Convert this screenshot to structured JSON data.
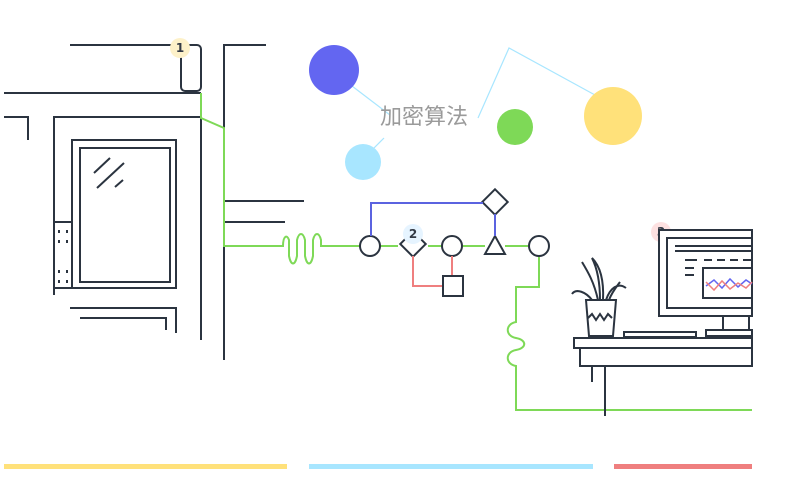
{
  "hero": {
    "title": "加密算法"
  },
  "badges": [
    {
      "label": "1"
    },
    {
      "label": "2"
    },
    {
      "label": "3"
    }
  ],
  "colors": {
    "line": "#2b3440",
    "green": "#7ed957",
    "purple": "#6366f1",
    "lightblue": "#a8e6ff",
    "yellow": "#ffe17a",
    "red": "#ef7f7f",
    "blue_edge": "#5b63e0",
    "badge_bg": "#fdf1c9",
    "badge_pink": "#fde1e1",
    "badge_blue": "#e6f4ff"
  },
  "progress_segments": [
    {
      "color": "yellow"
    },
    {
      "color": "lightblue"
    },
    {
      "color": "red"
    }
  ]
}
